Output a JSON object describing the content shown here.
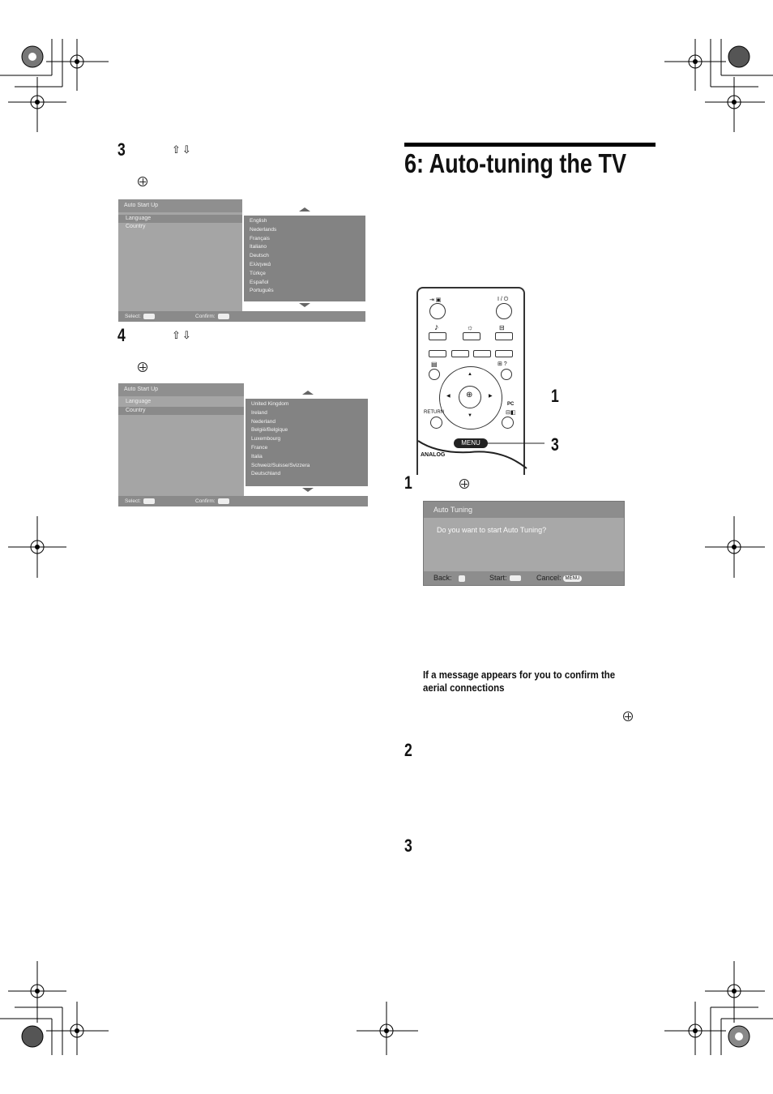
{
  "left_column": {
    "step3": {
      "number": "3"
    },
    "menu1": {
      "title": "Auto Start Up",
      "rows": [
        "Language",
        "Country"
      ],
      "languages": [
        "English",
        "Nederlands",
        "Français",
        "Italiano",
        "Deutsch",
        "Ελληνικά",
        "Türkçe",
        "Español",
        "Português"
      ],
      "select_label": "Select:",
      "confirm_label": "Confirm:"
    },
    "step4": {
      "number": "4"
    },
    "menu2": {
      "title": "Auto Start Up",
      "rows": [
        "Language",
        "Country"
      ],
      "countries": [
        "United Kingdom",
        "Ireland",
        "Nederland",
        "België/Belgique",
        "Luxembourg",
        "France",
        "Italia",
        "Schweiz/Suisse/Svizzera",
        "Deutschland"
      ],
      "select_label": "Select:",
      "confirm_label": "Confirm:"
    }
  },
  "right_column": {
    "heading": "6: Auto-tuning the TV",
    "remote": {
      "callout_1": "1",
      "callout_3": "3",
      "menu_label": "MENU",
      "return_label": "RETURN",
      "pc_label": "PC",
      "analog_label": "ANALOG"
    },
    "step1": {
      "number": "1"
    },
    "dialog": {
      "title": "Auto Tuning",
      "message": "Do you want to start Auto Tuning?",
      "back_label": "Back:",
      "start_label": "Start:",
      "cancel_label": "Cancel:",
      "menu_chip": "MENU"
    },
    "note": "If a message appears for you to confirm the aerial connections",
    "step2": {
      "number": "2"
    },
    "step3": {
      "number": "3"
    }
  }
}
